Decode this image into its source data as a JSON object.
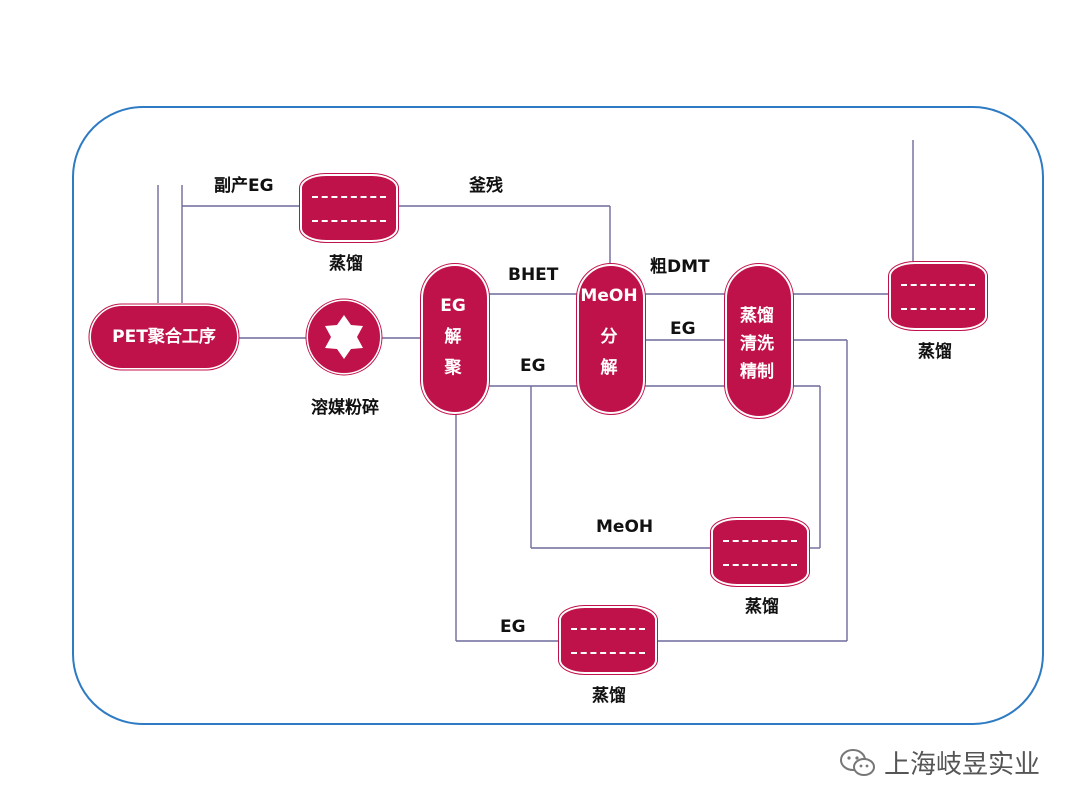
{
  "nodes": {
    "pet_source": "PET聚合工序",
    "crusher_label": "溶媒粉碎",
    "eg_depoly": [
      "EG",
      "解",
      "聚"
    ],
    "meoh_decomp": [
      "MeOH",
      "分",
      "解"
    ],
    "distill_wash": [
      "蒸馏",
      "清洗",
      "精制"
    ],
    "distill_top_label": "蒸馏",
    "distill_right_label": "蒸馏",
    "distill_mid_label": "蒸馏",
    "distill_bottom_label": "蒸馏"
  },
  "streams": {
    "byproduct_eg": "副产EG",
    "residue": "釜残",
    "bhet": "BHET",
    "crude_dmt": "粗DMT",
    "eg_1": "EG",
    "eg_2": "EG",
    "meoh": "MeOH",
    "eg_3": "EG"
  },
  "watermark": "上海岐昱实业",
  "colors": {
    "unit_fill": "#c0124a",
    "pipe": "#6e6a9c",
    "frame": "#2e7bc4"
  }
}
